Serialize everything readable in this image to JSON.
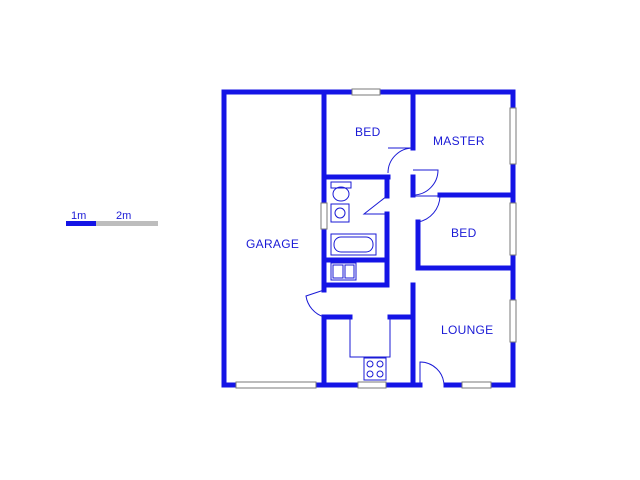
{
  "colors": {
    "wall": "#1414e6",
    "fixture": "#1a1ad6",
    "window": "#7a7a7a",
    "scale_secondary": "#bdbdbd"
  },
  "scale_bar": {
    "label_1": "1m",
    "label_2": "2m"
  },
  "rooms": {
    "garage": "GARAGE",
    "bed_top": "BED",
    "master": "MASTER",
    "bed_right": "BED",
    "lounge": "LOUNGE"
  }
}
